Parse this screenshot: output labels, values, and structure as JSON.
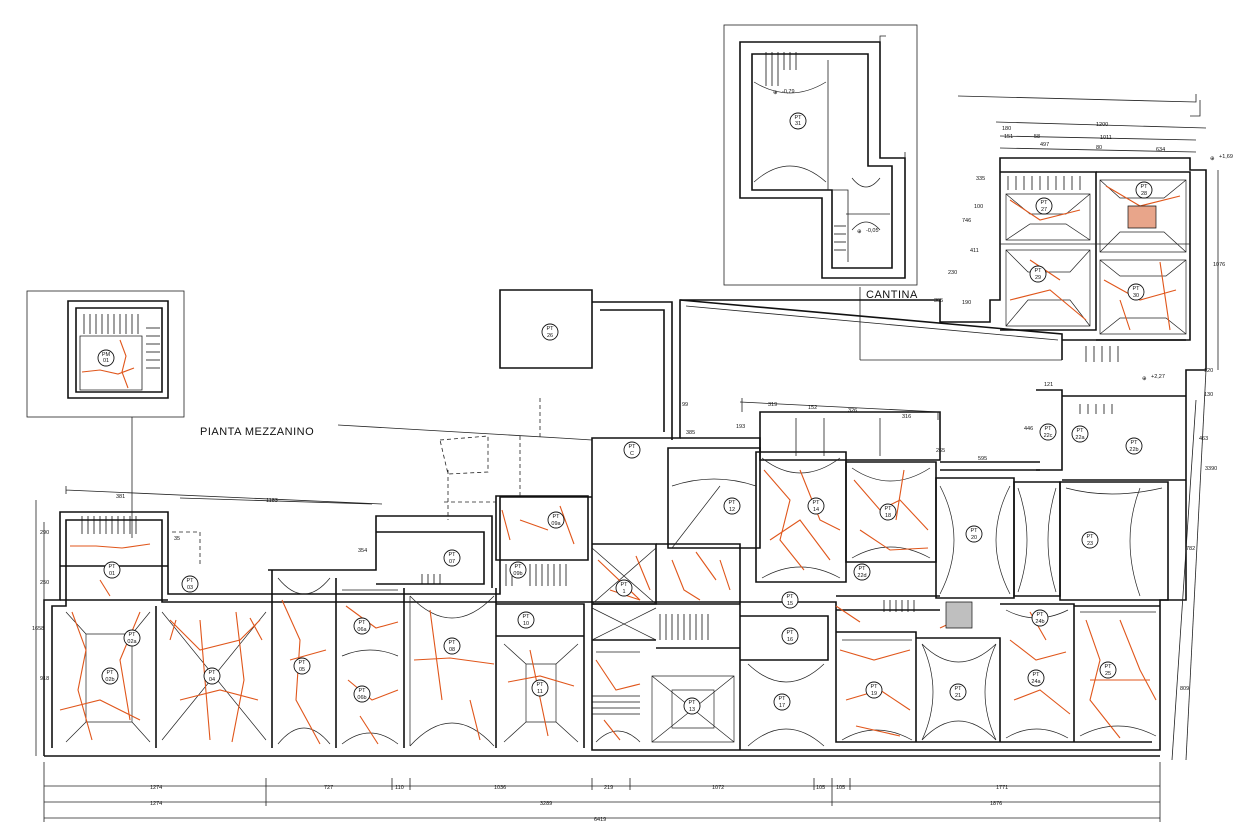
{
  "labels": {
    "mezzanine": "PIANTA  MEZZANINO",
    "cellar": "CANTINA"
  },
  "levels": {
    "cellar_top": "-0,79",
    "cellar_bottom": "-0,05",
    "right_upper": "+1,69",
    "right_mid": "+2,27"
  },
  "rooms": [
    "01",
    "02a",
    "02b",
    "03",
    "04",
    "05",
    "06a",
    "06b",
    "07",
    "08",
    "09a",
    "09b",
    "10",
    "11",
    "12",
    "13",
    "14",
    "15",
    "16",
    "17",
    "18",
    "19",
    "20",
    "21",
    "22a",
    "22b",
    "22c",
    "22d",
    "23",
    "24a",
    "24b",
    "25",
    "26",
    "27",
    "28",
    "29",
    "30",
    "31",
    "C",
    "1"
  ],
  "room_prefix": {
    "PT": "PT",
    "PM": "PM"
  },
  "bottom_dims": {
    "row1": [
      "1274",
      "727",
      "110",
      "1036",
      "219",
      "1072",
      "105",
      "105",
      "1771"
    ],
    "row2": [
      "1274",
      "3289",
      "1876"
    ],
    "total": "6419"
  },
  "top_dims": [
    "381",
    "1183",
    "319",
    "152",
    "326",
    "316",
    "385",
    "1200",
    "1011",
    "497",
    "80",
    "634"
  ],
  "left_dims": [
    "290",
    "250",
    "1658",
    "918",
    "354",
    "35"
  ],
  "right_dims": [
    "1076",
    "3390",
    "463",
    "782",
    "809",
    "130",
    "120"
  ],
  "misc_dims": [
    "230",
    "190",
    "305",
    "180",
    "411",
    "746",
    "100",
    "335",
    "595",
    "446",
    "121",
    "265",
    "99",
    "193",
    "180",
    "151",
    "58"
  ],
  "accent_colors": {
    "crack": "#e0561b",
    "line": "#111111"
  }
}
